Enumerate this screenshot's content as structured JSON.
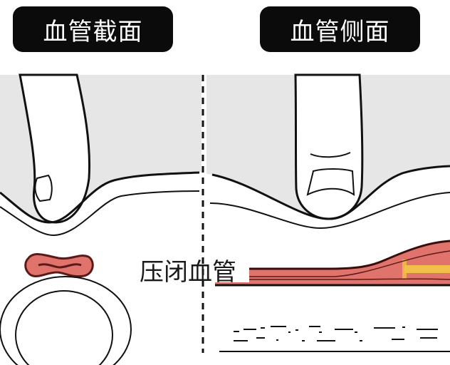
{
  "labels": {
    "cross_section": "血管截面",
    "side_view": "血管侧面",
    "occluded_vessel": "压闭血管"
  },
  "colors": {
    "skin_background": "#e6e6e6",
    "vessel_red": "#e0736c",
    "vessel_outline": "#5a1a1a",
    "flow_yellow": "#f2c04a"
  }
}
